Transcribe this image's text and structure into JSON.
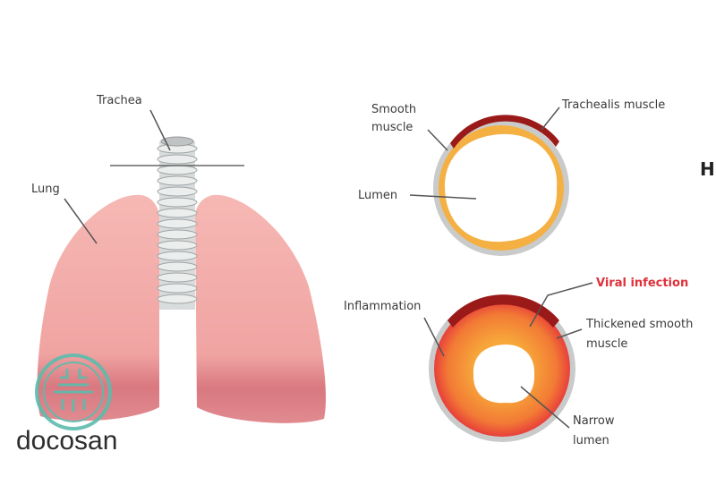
{
  "labels": {
    "trachea": "Trachea",
    "lung": "Lung",
    "smooth_muscle_1": "Smooth",
    "smooth_muscle_2": "muscle",
    "trachealis_muscle": "Trachealis muscle",
    "lumen": "Lumen",
    "inflammation": "Inflammation",
    "viral_infection": "Viral infection",
    "thickened_1": "Thickened smooth",
    "thickened_2": "muscle",
    "narrow_1": "Narrow",
    "narrow_2": "lumen",
    "edge_letter": "H"
  },
  "brand": {
    "name": "docosan"
  },
  "colors": {
    "lung": "#f0a0a0",
    "muscle": "#f4b043",
    "inflamed": "#ee4a3a",
    "trachealis": "#9a1a1a",
    "viral": "#e0303a",
    "logo": "#5bbcae"
  }
}
